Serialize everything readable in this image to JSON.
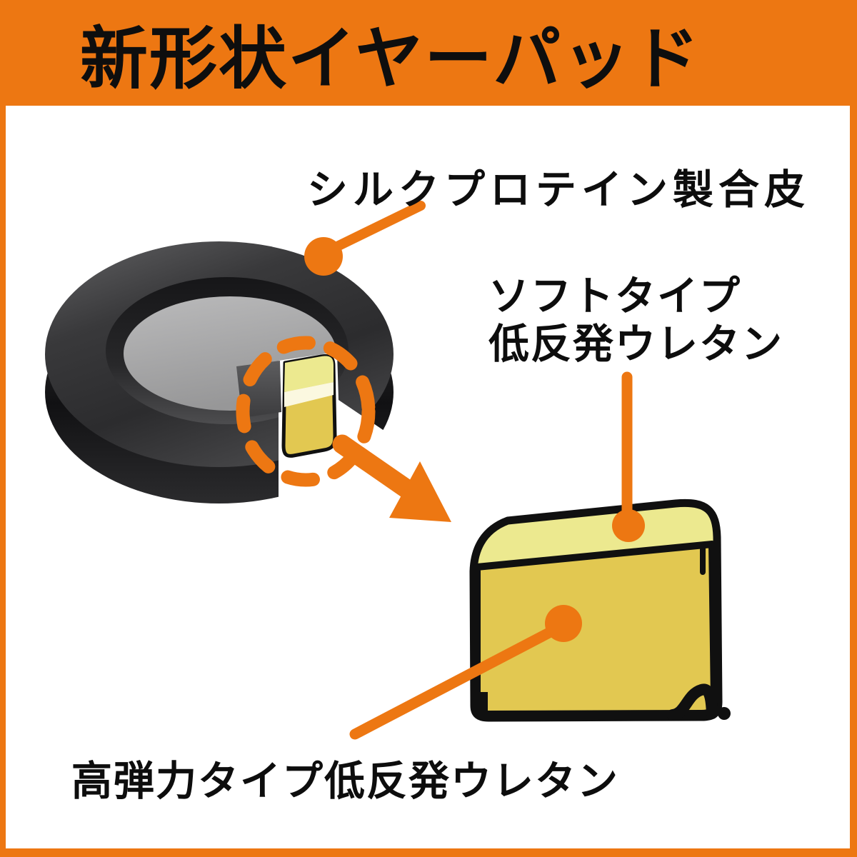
{
  "header": {
    "title": "新形状イヤーパッド",
    "bg_color": "#ED7712",
    "text_color": "#0e0e0e"
  },
  "canvas": {
    "bg_color": "#ffffff",
    "frame_color": "#ED7712"
  },
  "diagram": {
    "labels": {
      "silk": "シルクプロテイン製合皮",
      "soft_line1": "ソフトタイプ",
      "soft_line2": "低反発ウレタン",
      "high": "高弾力タイプ低反発ウレタン"
    },
    "colors": {
      "callout": "#ED7712",
      "earpad_dark": "#353538",
      "earpad_inner_gray": "#a9a9aa",
      "foam_body_yellow": "#e2c851",
      "foam_top_yellow": "#ece98f",
      "cut_face_white_highlight": "#fbf8e0",
      "outline_black": "#101010",
      "gap_white": "#ffffff"
    }
  }
}
